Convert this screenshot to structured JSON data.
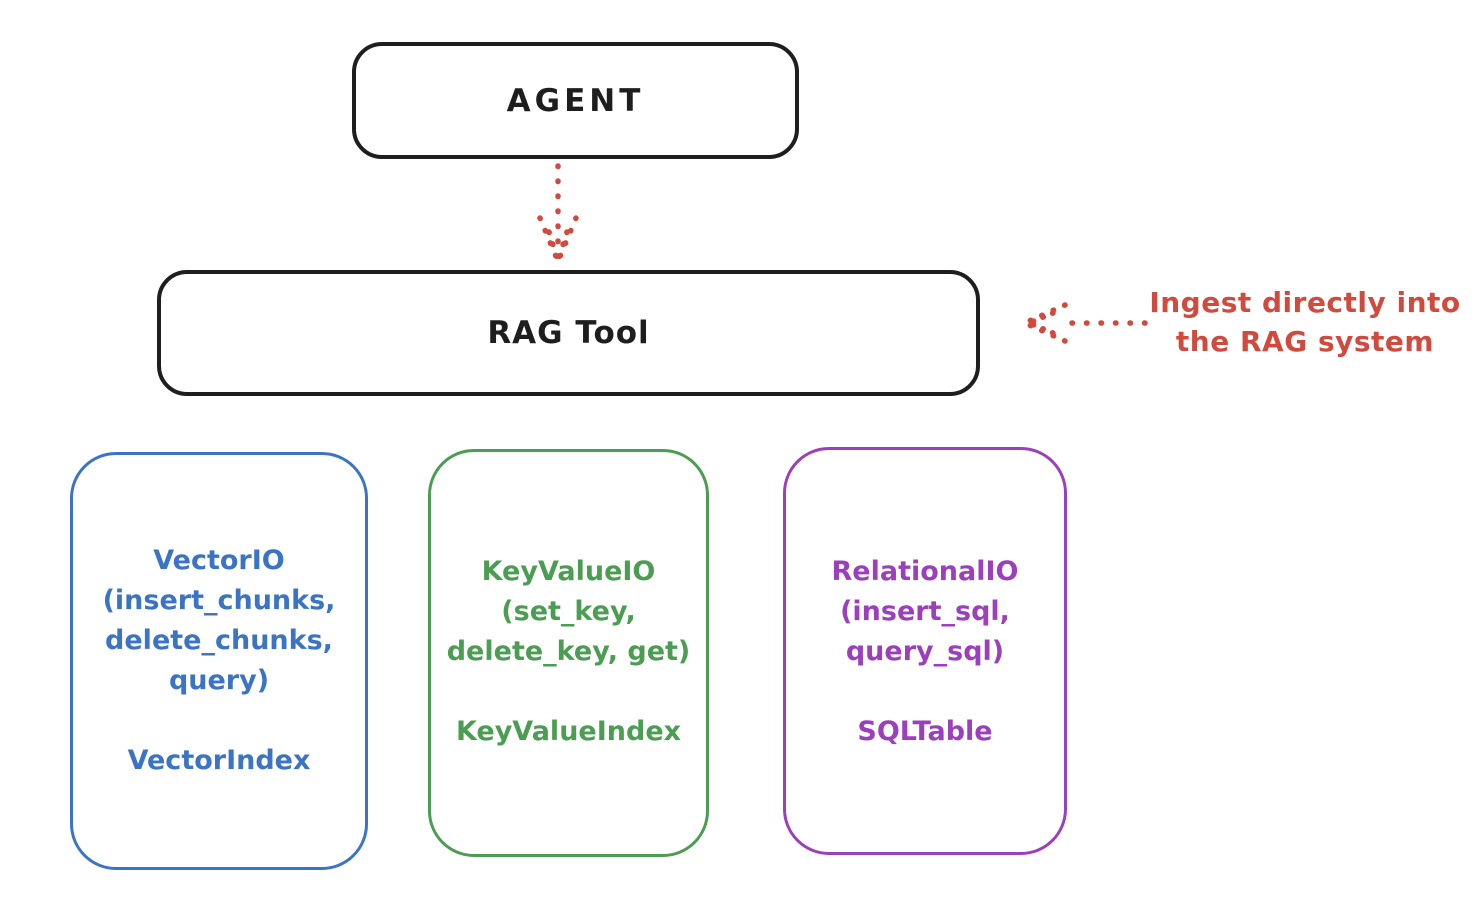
{
  "colors": {
    "stroke": "#1e1e1e",
    "red": "#d04a3e",
    "blue": "#3b74c4",
    "green": "#4a9d51",
    "purple": "#9c3fbd",
    "background": "#ffffff"
  },
  "nodes": {
    "agent": {
      "label": "AGENT"
    },
    "rag_tool": {
      "label": "RAG Tool"
    },
    "vector_io": {
      "lines": [
        "VectorIO",
        "(insert_chunks,",
        "delete_chunks,",
        "query)"
      ],
      "index": "VectorIndex",
      "color": "#3b74c4"
    },
    "key_value_io": {
      "lines": [
        "KeyValueIO",
        "(set_key,",
        "delete_key, get)"
      ],
      "index": "KeyValueIndex",
      "color": "#4a9d51"
    },
    "relational_io": {
      "lines": [
        "RelationalIO",
        "(insert_sql,",
        "query_sql)"
      ],
      "index": "SQLTable",
      "color": "#9c3fbd"
    }
  },
  "connections": {
    "agent_to_rag_tool": {
      "icon": "dotted-arrow-down",
      "color": "#d04a3e"
    },
    "annotation_to_rag_tool": {
      "icon": "dotted-arrow-left",
      "color": "#d04a3e"
    }
  },
  "annotation": {
    "lines": [
      "Ingest directly into",
      "the RAG system"
    ],
    "color": "#d04a3e"
  }
}
